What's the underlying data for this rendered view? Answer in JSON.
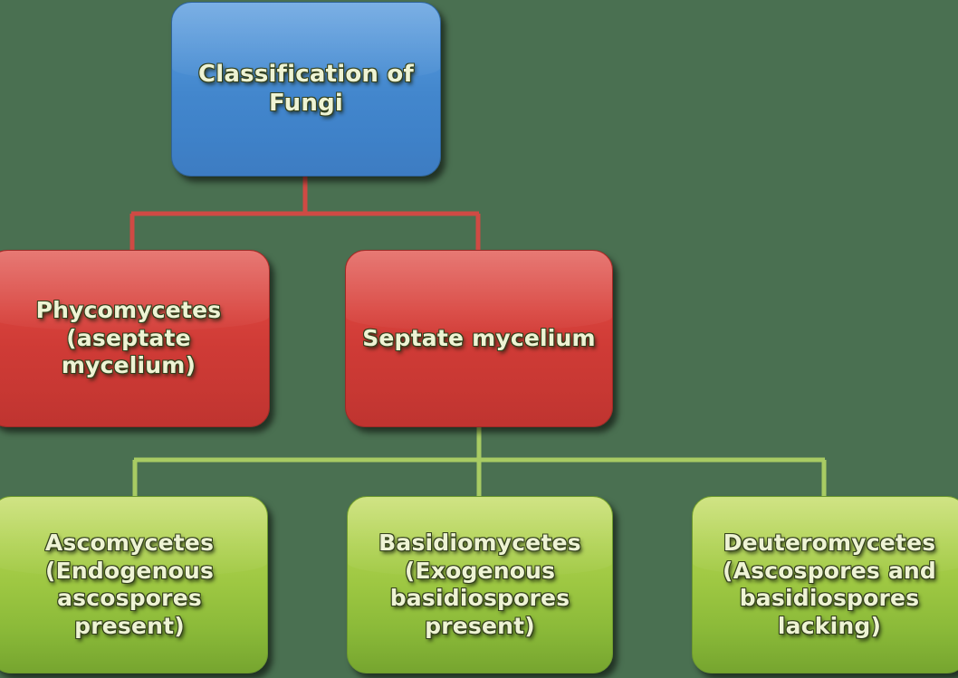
{
  "diagram": {
    "title": "Classification of Fungi",
    "background_color": "#4a7051",
    "text_color": "#eef3d4",
    "nodes": {
      "root": {
        "label": "Classification of Fungi",
        "color": "#4387cd",
        "level": 1
      },
      "phycomycetes": {
        "label": "Phycomycetes (aseptate mycelium)",
        "color": "#cf3b36",
        "level": 2
      },
      "septate": {
        "label": "Septate mycelium",
        "color": "#cf3b36",
        "level": 2
      },
      "ascomycetes": {
        "label": "Ascomycetes (Endogenous ascospores present)",
        "color": "#9dc742",
        "level": 3
      },
      "basidiomycetes": {
        "label": "Basidiomycetes (Exogenous basidiospores present)",
        "color": "#9dc742",
        "level": 3
      },
      "deuteromycetes": {
        "label": "Deuteromycetes (Ascospores and basidiospores lacking)",
        "color": "#9dc742",
        "level": 3
      }
    },
    "connectors": {
      "red_color": "#cf4a44",
      "green_color": "#a8cb63",
      "edges": [
        {
          "from": "root",
          "to": "phycomycetes"
        },
        {
          "from": "root",
          "to": "septate"
        },
        {
          "from": "septate",
          "to": "ascomycetes"
        },
        {
          "from": "septate",
          "to": "basidiomycetes"
        },
        {
          "from": "septate",
          "to": "deuteromycetes"
        }
      ]
    }
  }
}
